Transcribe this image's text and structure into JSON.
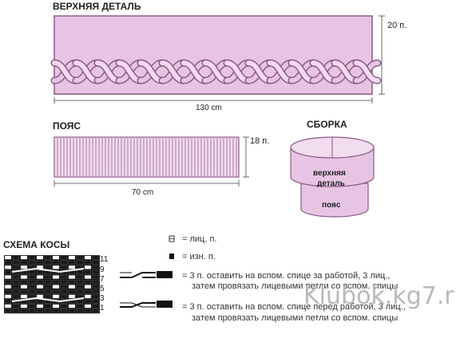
{
  "colors": {
    "pink": "#e8c4e4",
    "pink_dark": "#b07aa8",
    "grid_dark": "#1a1a1a"
  },
  "top_piece": {
    "title": "ВЕРХНЯЯ ДЕТАЛЬ",
    "height_label": "20 п.",
    "width_label": "130 cm"
  },
  "belt": {
    "title": "ПОЯС",
    "height_label": "18 п.",
    "width_label": "70 cm"
  },
  "assembly": {
    "title": "СБОРКА",
    "upper_label_1": "верхняя",
    "upper_label_2": "деталь",
    "lower_label": "пояс"
  },
  "scheme": {
    "title": "СХЕМА КОСЫ",
    "row_numbers": [
      "11",
      "9",
      "7",
      "5",
      "3",
      "1"
    ]
  },
  "legend": {
    "knit": "= лиц. п.",
    "purl": "= изн. п.",
    "cable_back_1": "= 3 п. оставить на вспом. спице за работой, 3 лиц.,",
    "cable_back_2": "затем провязать лицевыми петли со вспом. спицы",
    "cable_front_1": "= 3 п. оставить на вспом. спице перед работой, 3 лиц.,",
    "cable_front_2": "затем провязать лицевыми петли со вспом. спицы"
  },
  "watermark": "Klubok.kg7.ru"
}
